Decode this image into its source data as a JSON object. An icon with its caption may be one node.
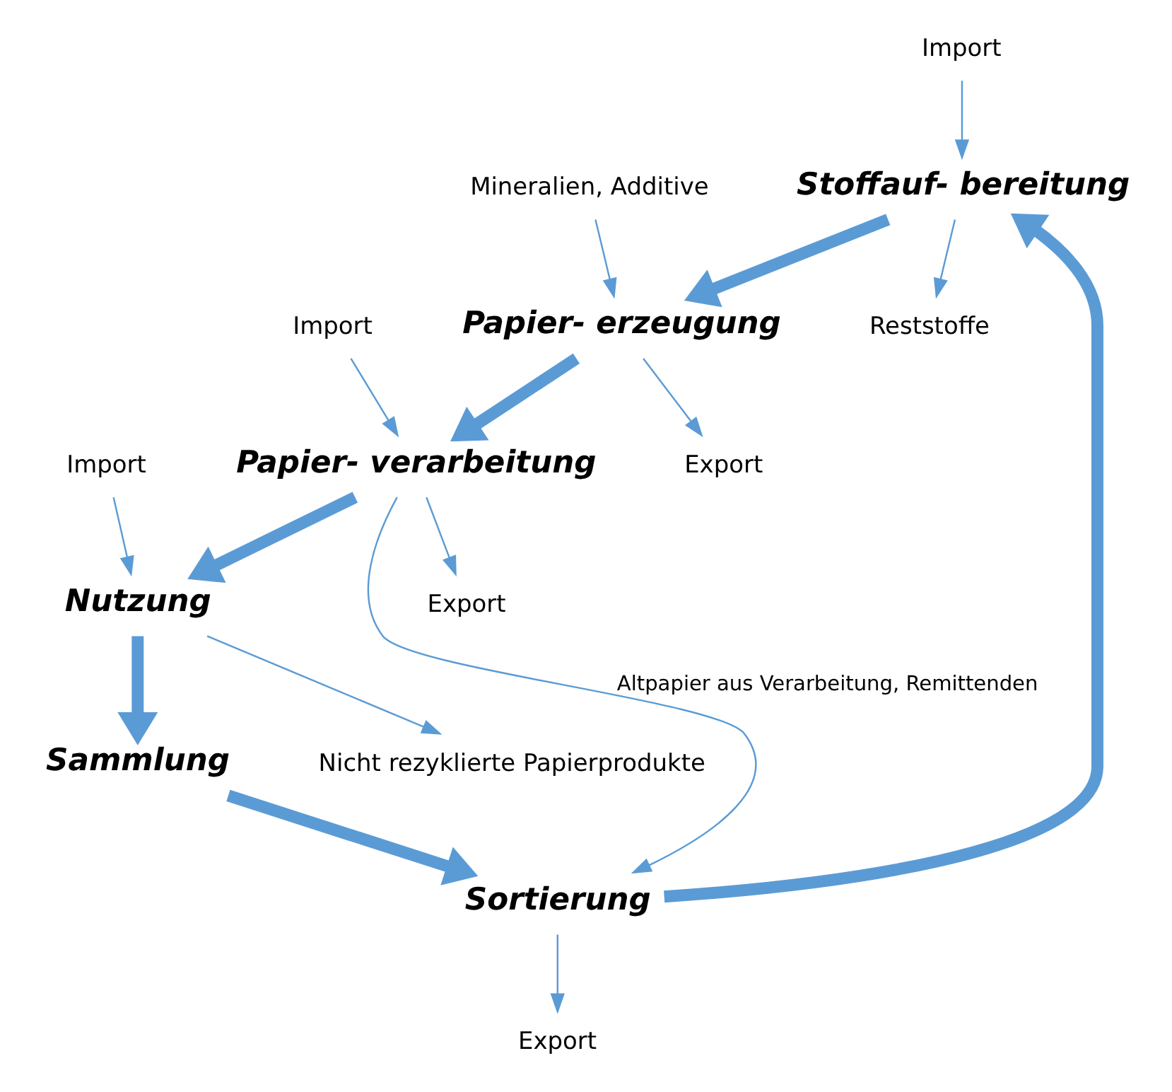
{
  "diagram": {
    "nodes": [
      {
        "text": [
          "Stoffauf- bereitung"
        ]
      },
      {
        "text": [
          "Papier- erzeugung"
        ]
      },
      {
        "text": [
          "Papier- verarbeitung"
        ]
      },
      {
        "text": [
          "Nutzung"
        ]
      },
      {
        "text": [
          "Sammlung"
        ]
      },
      {
        "text": [
          "Sortierung"
        ]
      },
      {
        "text": [
          "Reststoffe"
        ]
      },
      {
        "text": [
          "Mineralien, Additive"
        ]
      },
      {
        "text": [
          "Export"
        ]
      },
      {
        "text": [
          "Import"
        ]
      },
      {
        "text": [
          "Export"
        ]
      },
      {
        "text": [
          "Import"
        ]
      },
      {
        "text": [
          "Nicht rezyklierte Papierprodukte"
        ]
      },
      {
        "text": [
          "Import"
        ]
      },
      {
        "text": [
          "Export"
        ]
      }
    ],
    "edges": [
      {
        "from": 0,
        "to": 1,
        "arrow": "to",
        "style": "thick"
      },
      {
        "from": 1,
        "to": 2,
        "arrow": "to",
        "style": "thick"
      },
      {
        "from": 2,
        "to": 3,
        "arrow": "to",
        "style": "thick"
      },
      {
        "from": 3,
        "to": 4,
        "arrow": "to",
        "style": "thick"
      },
      {
        "from": 4,
        "to": 5,
        "arrow": "to",
        "style": "thick"
      },
      {
        "from": 5,
        "to": 0,
        "arrow": "to",
        "style": "thick"
      },
      {
        "from": 0,
        "to": 6,
        "arrow": "to"
      },
      {
        "from": 7,
        "to": 1,
        "arrow": "to"
      },
      {
        "from": 1,
        "to": 8,
        "arrow": "to"
      },
      {
        "from": 9,
        "to": 2,
        "arrow": "to"
      },
      {
        "from": 2,
        "to": 10,
        "arrow": "to"
      },
      {
        "from": 11,
        "to": 3,
        "arrow": "to"
      },
      {
        "from": 3,
        "to": 12,
        "arrow": "to"
      },
      {
        "from": 2,
        "to": 5,
        "arrow": "to",
        "label": "Altpapier aus Verarbeitung, Remittenden"
      },
      {
        "from": 13,
        "to": 0,
        "arrow": "to"
      },
      {
        "from": 5,
        "to": 14,
        "arrow": "to"
      }
    ]
  }
}
